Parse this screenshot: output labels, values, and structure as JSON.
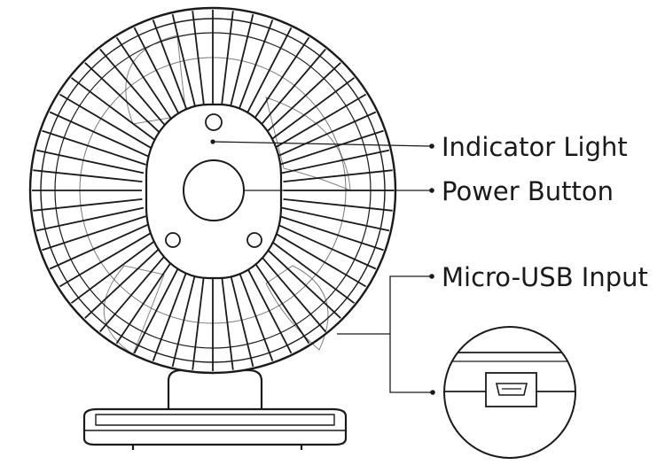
{
  "callouts": {
    "indicator_light": "Indicator Light",
    "power_button": "Power Button",
    "micro_usb_input": "Micro-USB Input"
  },
  "colors": {
    "line": "#1a1a1a",
    "background": "#ffffff"
  },
  "icons": [
    "fan-illustration",
    "micro-usb-port-icon"
  ]
}
